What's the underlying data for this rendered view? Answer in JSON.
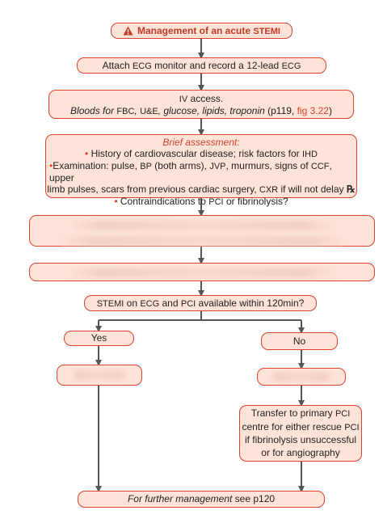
{
  "colors": {
    "border": "#d9432f",
    "fill": "#fde3d8",
    "arrow": "#555555",
    "title": "#c23a28"
  },
  "icons": {
    "title_icon": "warning-triangle-icon",
    "prescription": "℞"
  },
  "title": {
    "prefix": "Management of an acute ",
    "abbr": "STEMI"
  },
  "ecg": {
    "text1": "Attach ",
    "abbr1": "ECG",
    "text2": " monitor and record a 12-lead ",
    "abbr2": "ECG"
  },
  "iv": {
    "line1_abbr": "IV",
    "line1_rest": " access.",
    "line2_a": "Bloods for ",
    "fbc": "FBC",
    "sep": ", ",
    "ue": "U&E",
    "line2_b": ", glucose, lipids, troponin",
    "ref_open": " (p119, ",
    "ref_link": "fig 3.22",
    "ref_close": ")"
  },
  "brief": {
    "heading": "Brief assessment:",
    "b1_text": "History of cardiovascular disease; risk factors for ",
    "b1_abbr": "IHD",
    "b2_a": "Examination: pulse, ",
    "bp": "BP",
    "b2_b": " (both arms), ",
    "jvp": "JVP",
    "b2_c": ", murmurs, signs of ",
    "ccf": "CCF",
    "b2_d": ", upper",
    "b3_a": "limb pulses, scars from previous cardiac surgery, ",
    "cxr": "CXR",
    "b3_b": " if will not delay ",
    "b4_a": "Contraindications to ",
    "pci": "PCI",
    "b4_b": " or fibrinolysis?"
  },
  "decision": {
    "abbr1": "STEMI",
    "t1": " on ",
    "abbr2": "ECG",
    "t2": " and ",
    "abbr3": "PCI",
    "t3": " available within 120min?"
  },
  "yes": "Yes",
  "no": "No",
  "transfer": {
    "l1a": "Transfer to primary ",
    "l1abbr": "PCI",
    "l2a": "centre for either rescue ",
    "l2abbr": "PCI",
    "l3": "if fibrinolysis unsuccessful",
    "l4": "or for angiography"
  },
  "further": {
    "text": "For further management",
    "see": " see p120"
  }
}
